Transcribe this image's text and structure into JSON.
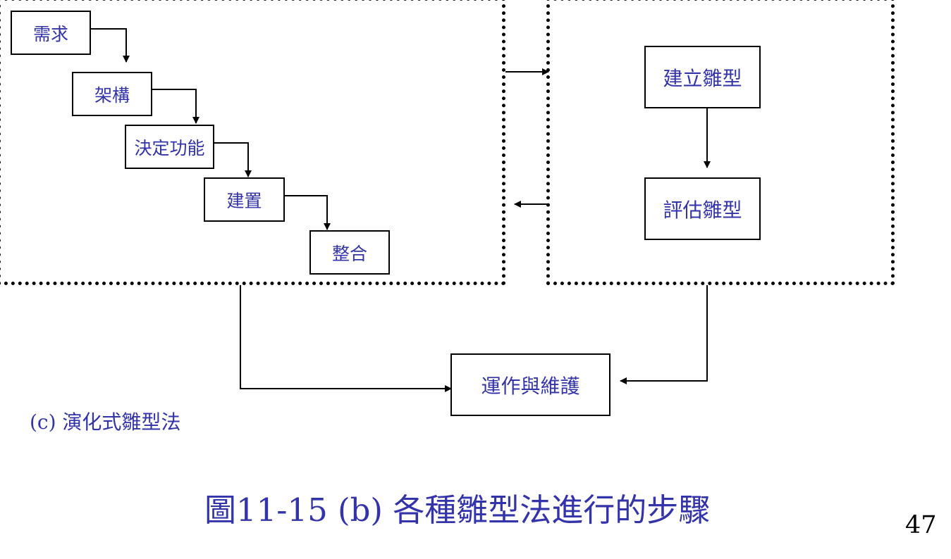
{
  "waterfall": {
    "steps": [
      "需求",
      "架構",
      "決定功能",
      "建置",
      "整合"
    ]
  },
  "prototype": {
    "build": "建立雛型",
    "evaluate": "評估雛型"
  },
  "operation": "運作與維護",
  "subcaption": "(c) 演化式雛型法",
  "title": "圖11-15 (b) 各種雛型法進行的步驟",
  "page_number": "47",
  "colors": {
    "text": "#3333aa",
    "line": "#000000",
    "background": "#ffffff"
  }
}
